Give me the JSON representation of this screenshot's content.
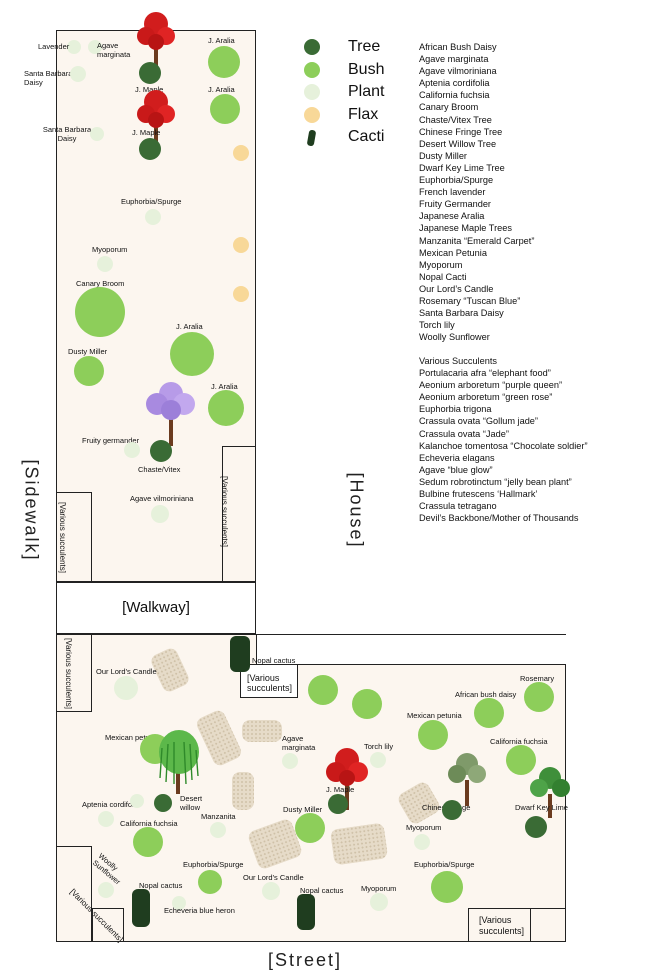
{
  "legend": [
    {
      "label": "Tree",
      "color": "#3a6b35"
    },
    {
      "label": "Bush",
      "color": "#8dce5a"
    },
    {
      "label": "Plant",
      "color": "#e6f1db"
    },
    {
      "label": "Flax",
      "color": "#f8d898"
    },
    {
      "label": "Cacti",
      "color": "#1f3d1f"
    }
  ],
  "plant_list": [
    "African Bush Daisy",
    "Agave marginata",
    "Agave vilmoriniana",
    "Aptenia cordifolia",
    "California fuchsia",
    "Canary Broom",
    "Chaste/Vitex Tree",
    "Chinese Fringe Tree",
    "Desert Willow Tree",
    "Dusty Miller",
    "Dwarf Key Lime Tree",
    "Euphorbia/Spurge",
    "French lavender",
    "Fruity Germander",
    "Japanese Aralia",
    "Japanese Maple Trees",
    "Manzanita “Emerald Carpet”",
    "Mexican Petunia",
    "Myoporum",
    "Nopal Cacti",
    "Our Lord’s Candle",
    "Rosemary “Tuscan Blue”",
    "Santa Barbara Daisy",
    "Torch lily",
    "Woolly Sunflower"
  ],
  "succulent_list": [
    "Various Succulents",
    "Portulacaria afra “elephant food”",
    "Aeonium arboretum “purple queen”",
    "Aeonium arboretum “green rose”",
    "Euphorbia trigona",
    "Crassula ovata “Gollum jade”",
    "Crassula ovata “Jade”",
    "Kalanchoe tomentosa “Chocolate soldier”",
    "Echeveria elagans",
    "Agave “blue glow”",
    "Sedum robrotinctum “jelly bean plant”",
    "Bulbine frutescens ‘Hallmark’",
    "Crassula tetragano",
    "Devil’s Backbone/Mother of Thousands"
  ],
  "edges": {
    "sidewalk": "[Sidewalk]",
    "house": "[House]",
    "street": "[Street]",
    "walkway": "[Walkway]"
  },
  "areas": {
    "various_succ_1": "[Various succulents]",
    "various_succ_2": "[Various succulents]",
    "various_succ_3": "[Various succulents]",
    "various_succ_4": "[Various succulents]",
    "various_succ_5": "[Various succulents]",
    "various_succ_6": "[Various succulents]"
  },
  "labels": {
    "lavender": "Lavender",
    "agave_marginata_1": "Agave marginata",
    "j_aralia_1": "J. Aralia",
    "sb_daisy_1": "Santa Barbara Daisy",
    "j_maple_1": "J. Maple",
    "j_aralia_2": "J. Aralia",
    "sb_daisy_2": "Santa Barbara Daisy",
    "j_maple_2": "J. Maple",
    "euphorbia_1": "Euphorbia/Spurge",
    "myoporum_1": "Myoporum",
    "canary_broom": "Canary Broom",
    "j_aralia_3": "J. Aralia",
    "dusty_miller_1": "Dusty Miller",
    "j_aralia_4": "J. Aralia",
    "fruity_germander": "Fruity germander",
    "chaste_vitex": "Chaste/Vitex",
    "agave_vilmoriniana": "Agave vilmoriniana",
    "nopal_cactus_1": "Nopal cactus",
    "our_lords_candle_1": "Our Lord's Candle",
    "rosemary": "Rosemary",
    "african_bush_daisy": "African bush daisy",
    "mexican_petunia_1": "Mexican petunia",
    "mexican_petunia_2": "Mexican petunia",
    "agave_marginata_2": "Agave marginata",
    "torch_lily": "Torch lily",
    "california_fuchsia_1": "California fuchsia",
    "j_maple_3": "J. Maple",
    "desert_willow": "Desert willow",
    "aptenia": "Aptenia cordifolia",
    "manzanita": "Manzanita",
    "dusty_miller_2": "Dusty Miller",
    "chinese_fringe": "Chinese fringe",
    "dwarf_key_lime": "Dwarf Key Lime",
    "california_fuchsia_2": "California fuchsia",
    "myoporum_2": "Myoporum",
    "euphorbia_2": "Euphorbia/Spurge",
    "woolly_sunflower": "Woolly Sunflower",
    "our_lords_candle_2": "Our Lord's Candle",
    "nopal_cactus_2": "Nopal cactus",
    "nopal_cactus_3": "Nopal cactus",
    "myoporum_3": "Myoporum",
    "echeveria": "Echeveria blue heron"
  }
}
